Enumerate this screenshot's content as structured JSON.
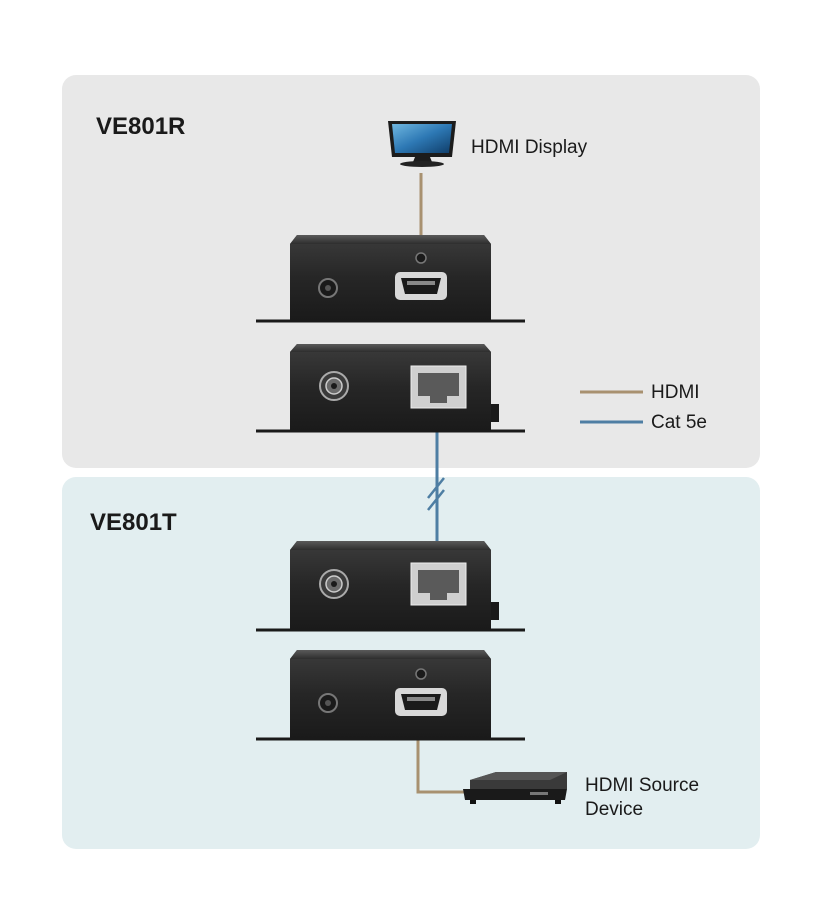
{
  "receiver": {
    "title": "VE801R",
    "display_label": "HDMI Display"
  },
  "transmitter": {
    "title": "VE801T",
    "source_label_line1": "HDMI Source",
    "source_label_line2": "Device"
  },
  "legend": {
    "items": [
      {
        "label": "HDMI",
        "color": "#a89170"
      },
      {
        "label": "Cat 5e",
        "color": "#4e7ea3"
      }
    ]
  },
  "colors": {
    "receiver_panel": "#e8e8e8",
    "transmitter_panel": "#e2eef0",
    "hdmi_cable": "#a89170",
    "cat5e_cable": "#4e7ea3",
    "device_body": "#2a2a2a"
  }
}
